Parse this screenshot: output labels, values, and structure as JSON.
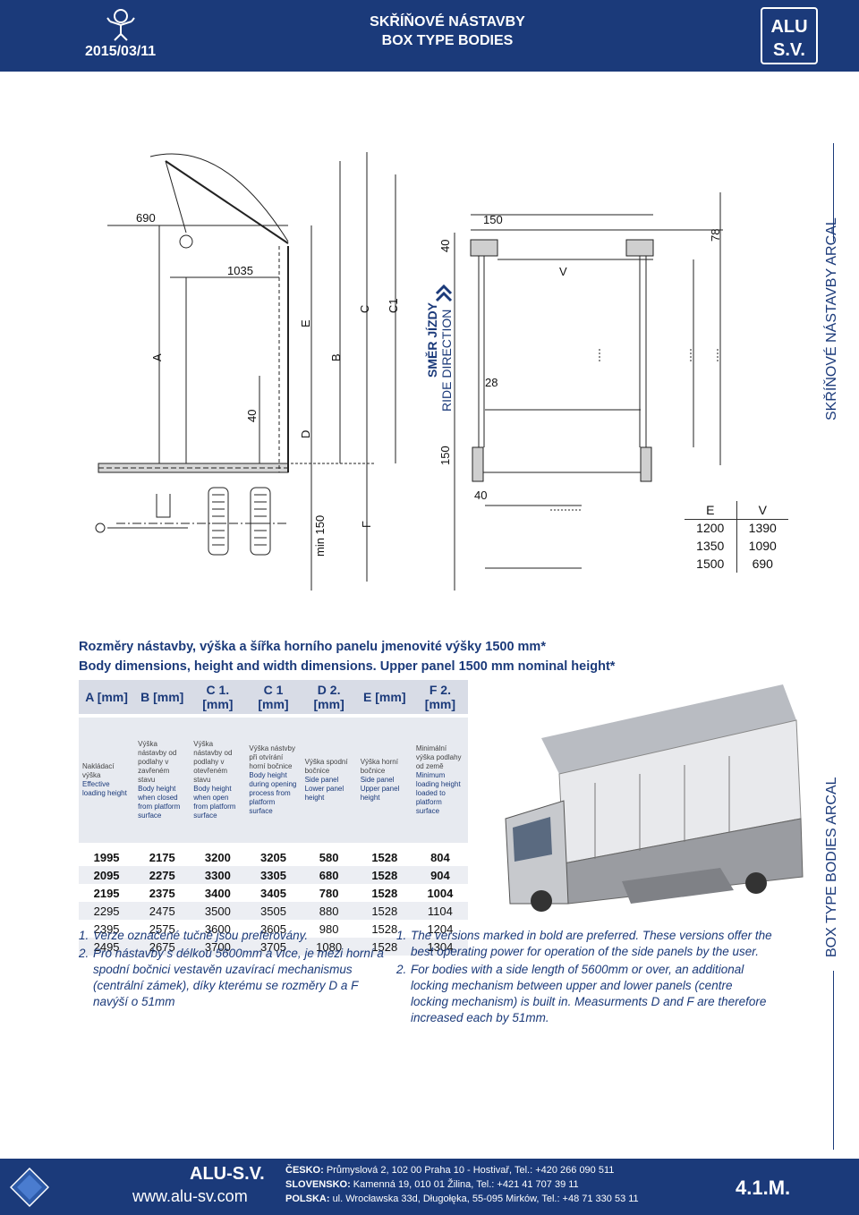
{
  "header": {
    "date": "2015/03/11",
    "title_cz": "SKŘÍŇOVÉ NÁSTAVBY",
    "title_en": "BOX TYPE BODIES",
    "logo_line1": "ALU",
    "logo_line2": "S.V.",
    "mascot_icon": "mascot-icon",
    "logo_icon": "alu-sv-logo"
  },
  "side": {
    "upper": "SKŘÍŇOVÉ NÁSTAVBY ARCAL",
    "lower": "BOX TYPE BODIES ARCAL"
  },
  "drawing": {
    "labels": {
      "d690": "690",
      "d1035": "1035",
      "d40a": "40",
      "A": "A",
      "E": "E",
      "D": "D",
      "B": "B",
      "C": "C",
      "C1": "C1",
      "F": "F",
      "min150": "min 150",
      "d40b": "40",
      "d150a": "150",
      "d150b": "150",
      "d78": "78",
      "V": "V",
      "d28": "28",
      "d40c": "40",
      "dir_cz": "SMĚR JÍZDY",
      "dir_en": "RIDE DIRECTION"
    }
  },
  "ve_table": {
    "headers": [
      "E",
      "V"
    ],
    "rows": [
      [
        "1200",
        "1390"
      ],
      [
        "1350",
        "1090"
      ],
      [
        "1500",
        "690"
      ]
    ]
  },
  "section": {
    "title_cz": "Rozměry nástavby, výška a šířka horního panelu jmenovité výšky 1500 mm*",
    "title_en": "Body dimensions, height and width dimensions. Upper panel 1500 mm nominal height*"
  },
  "dims": {
    "headers": [
      {
        "main": "A [mm]",
        "sub": ""
      },
      {
        "main": "B [mm]",
        "sub": ""
      },
      {
        "main": "C 1.",
        "sub": "[mm]"
      },
      {
        "main": "C 1",
        "sub": "[mm]"
      },
      {
        "main": "D 2.",
        "sub": "[mm]"
      },
      {
        "main": "E [mm]",
        "sub": ""
      },
      {
        "main": "F 2.",
        "sub": "[mm]"
      }
    ],
    "descriptions": [
      {
        "cz": "Nakládací výška",
        "en": "Effective loading height"
      },
      {
        "cz": "Výška nástavby od podlahy v zavřeném stavu",
        "en": "Body height when closed from platform surface"
      },
      {
        "cz": "Výška nástavby od podlahy v otevřeném stavu",
        "en": "Body height when open from platform surface"
      },
      {
        "cz": "Výška nástvby při otvírání horní bočnice",
        "en": "Body height during opening process from platform surface"
      },
      {
        "cz": "Výška spodní bočnice",
        "en": "Side panel Lower panel height"
      },
      {
        "cz": "Výška horní bočnice",
        "en": "Side panel Upper panel height"
      },
      {
        "cz": "Minimální výška podlahy od země",
        "en": "Minimum loading height loaded to platform surface"
      }
    ],
    "rows": [
      {
        "values": [
          "1995",
          "2175",
          "3200",
          "3205",
          "580",
          "1528",
          "804"
        ],
        "preferred": true
      },
      {
        "values": [
          "2095",
          "2275",
          "3300",
          "3305",
          "680",
          "1528",
          "904"
        ],
        "preferred": true
      },
      {
        "values": [
          "2195",
          "2375",
          "3400",
          "3405",
          "780",
          "1528",
          "1004"
        ],
        "preferred": true
      },
      {
        "values": [
          "2295",
          "2475",
          "3500",
          "3505",
          "880",
          "1528",
          "1104"
        ],
        "preferred": false
      },
      {
        "values": [
          "2395",
          "2575",
          "3600",
          "3605",
          "980",
          "1528",
          "1204"
        ],
        "preferred": false
      },
      {
        "values": [
          "2495",
          "2675",
          "3700",
          "3705",
          "1080",
          "1528",
          "1304"
        ],
        "preferred": false
      }
    ]
  },
  "notes_cz": [
    {
      "num": "1.",
      "text": "Verze označené tučně jsou preferovány."
    },
    {
      "num": "2.",
      "text": "Pro nástavby s délkou 5600mm a více, je mezi horní a spodní bočnici vestavěn uzavírací mechanismus (centrální zámek), díky kterému se rozměry D a F navýší o 51mm"
    }
  ],
  "notes_en": [
    {
      "num": "1.",
      "text": "The versions marked in bold are preferred. These versions offer the best operating power for operation of the side panels by the user."
    },
    {
      "num": "2.",
      "text": "For bodies with a side length of 5600mm or over, an additional locking mechanism between upper and lower panels (centre locking mechanism) is built in. Measurments D and F are therefore increased each by 51mm."
    }
  ],
  "footer": {
    "company": "ALU-S.V.",
    "web": "www.alu-sv.com",
    "cz_label": "ČESKO:",
    "cz_addr": "Průmyslová 2, 102 00 Praha 10 - Hostivař, Tel.: +420 266 090 511",
    "sk_label": "SLOVENSKO:",
    "sk_addr": "Kamenná 19, 010 01 Žilina, Tel.: +421 41 707 39 11",
    "pl_label": "POLSKA:",
    "pl_addr": "ul. Wrocławska 33d, Długołęka, 55-095 Mirków, Tel.: +48 71 330 53 11",
    "page_code": "4.1.M."
  },
  "colors": {
    "brand_blue": "#1b3a7a",
    "header_band": "#d8dce6",
    "desc_band": "#e7eaf0"
  }
}
